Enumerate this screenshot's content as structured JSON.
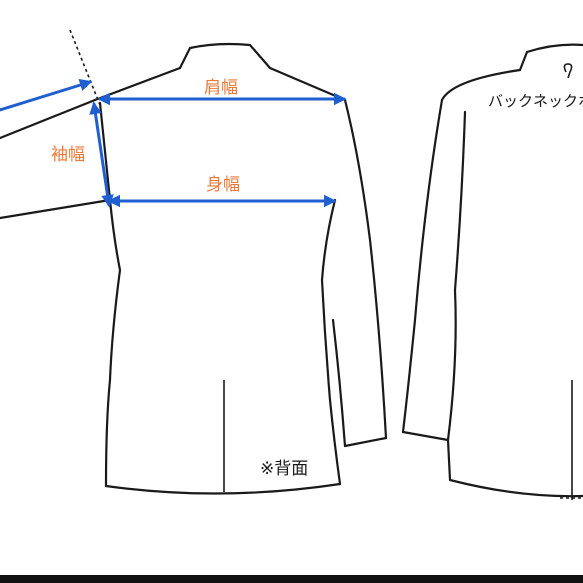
{
  "labels": {
    "shoulder_width": "肩幅",
    "sleeve_width": "袖幅",
    "body_width": "身幅",
    "back_neck": "バックネックホ",
    "back_view_note": "※背面"
  },
  "colors": {
    "measure_arrow": "#1f5fd0",
    "label_text": "#ea7a3a",
    "outline": "#1a1a1a"
  }
}
